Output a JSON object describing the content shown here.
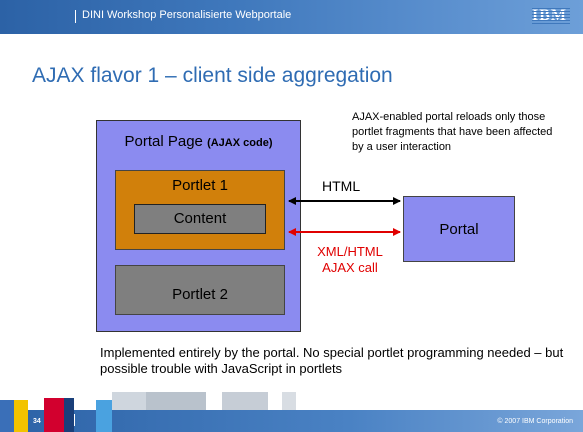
{
  "header": {
    "title": "DINI Workshop Personalisierte Webportale",
    "logo": "IBM"
  },
  "slide": {
    "title": "AJAX flavor 1 – client side aggregation"
  },
  "annotation": "AJAX-enabled portal reloads only those portlet fragments that have been affected by a user interaction",
  "diagram": {
    "portal_page_label": "Portal Page ",
    "portal_page_ajax": "(AJAX code)",
    "portlet1_label": "Portlet 1",
    "content_label": "Content",
    "portlet2_label": "Portlet 2",
    "portal_label": "Portal",
    "html_arrow_label": "HTML",
    "ajax_arrow_label_1": "XML/HTML",
    "ajax_arrow_label_2": "AJAX call"
  },
  "bottom_text": "Implemented entirely by the portal. No special portlet programming needed – but possible trouble with JavaScript in portlets",
  "footer": {
    "page_number": "34",
    "copyright": "© 2007 IBM Corporation"
  },
  "colors": {
    "title_blue": "#2f6cb3",
    "portal_blue": "#8b8bf0",
    "portlet_orange": "#d1800b",
    "content_gray": "#7f7f7f",
    "ajax_red": "#e00000"
  }
}
